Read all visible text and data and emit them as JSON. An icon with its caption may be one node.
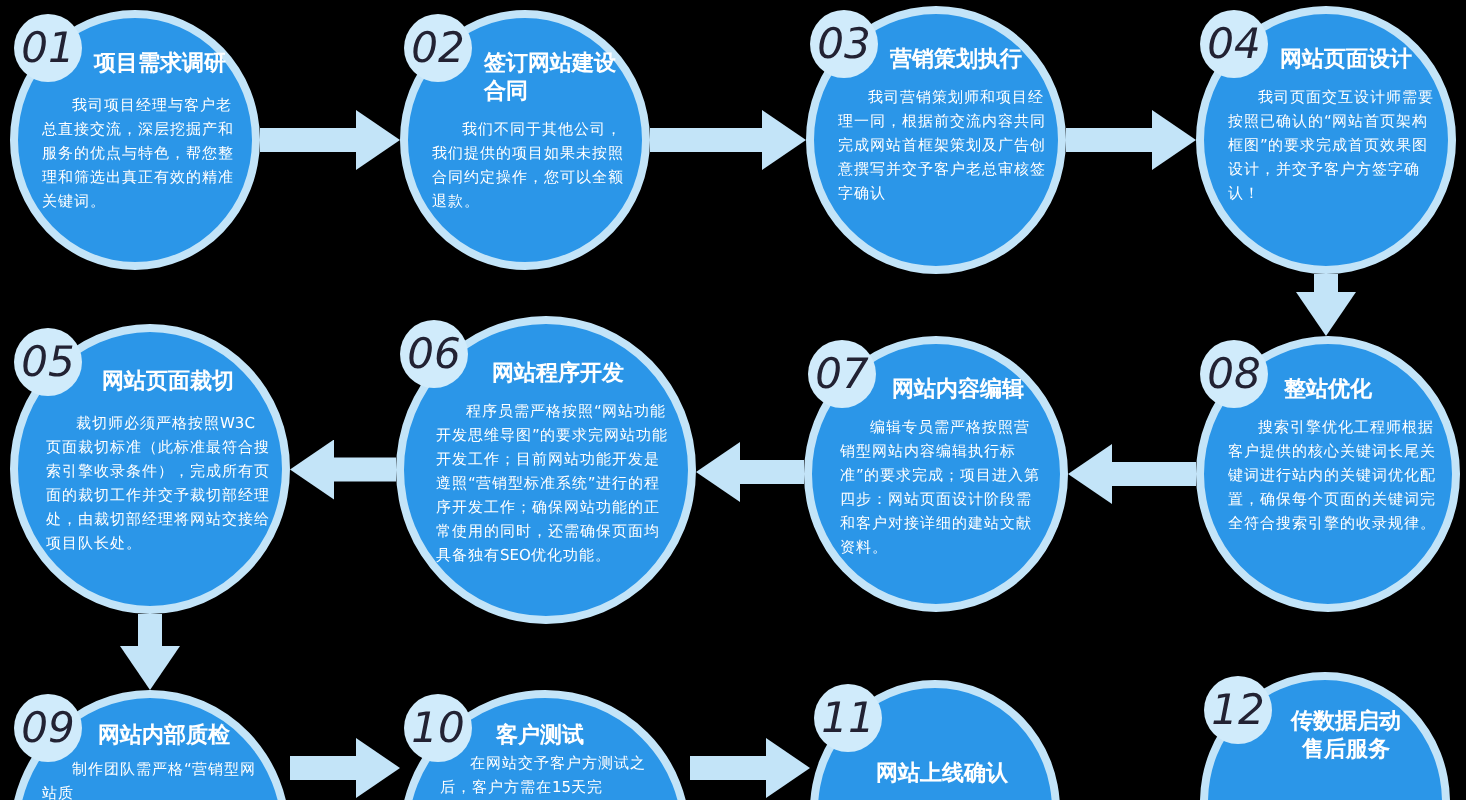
{
  "diagram": {
    "nodes": [
      {
        "text": [
          "01",
          "项目需求调研",
          "我司项目经理与客户老总直接交流，深层挖掘产和服务的优点与特色，帮您整理和筛选出真正有效的精准关键词。"
        ]
      },
      {
        "text": [
          "02",
          "签订网站建设合同",
          "我们不同于其他公司，我们提供的项目如果未按照合同约定操作，您可以全额退款。"
        ]
      },
      {
        "text": [
          "03",
          "营销策划执行",
          "我司营销策划师和项目经理一同，根据前交流内容共同完成网站首框架策划及广告创意撰写并交予客户老总审核签字确认"
        ]
      },
      {
        "text": [
          "04",
          "网站页面设计",
          "我司页面交互设计师需要按照已确认的“网站首页架构框图”的要求完成首页效果图设计，并交予客户方签字确认！"
        ]
      },
      {
        "text": [
          "05",
          "网站页面裁切",
          "裁切师必须严格按照W3C页面裁切标准（此标准最符合搜索引擎收录条件），完成所有页面的裁切工作并交予裁切部经理处，由裁切部经理将网站交接给项目队长处。"
        ]
      },
      {
        "text": [
          "06",
          "网站程序开发",
          "程序员需严格按照“网站功能开发思维导图”的要求完网站功能开发工作；目前网站功能开发是遵照“营销型标准系统”进行的程序开发工作；确保网站功能的正常使用的同时，还需确保页面均具备独有SEO优化功能。"
        ]
      },
      {
        "text": [
          "07",
          "网站内容编辑",
          "编辑专员需严格按照营销型网站内容编辑执行标准”的要求完成；项目进入第四步：网站页面设计阶段需和客户对接详细的建站文献资料。"
        ]
      },
      {
        "text": [
          "08",
          "整站优化",
          "搜索引擎优化工程师根据客户提供的核心关键词长尾关键词进行站内的关键词优化配置，确保每个页面的关键词完全符合搜索引擎的收录规律。"
        ]
      },
      {
        "text": [
          "09",
          "网站内部质检",
          "制作团队需严格“营销型网站质"
        ]
      },
      {
        "text": [
          "10",
          "客户测试",
          "在网站交予客户方测试之后，客户方需在15天完"
        ]
      },
      {
        "text": [
          "11",
          "网站上线确认"
        ]
      },
      {
        "text": [
          "12",
          "传数据启动售后服务"
        ]
      }
    ],
    "edges": [
      {
        "from": 0,
        "to": 1,
        "arrow": "to"
      },
      {
        "from": 1,
        "to": 2,
        "arrow": "to"
      },
      {
        "from": 2,
        "to": 3,
        "arrow": "to"
      },
      {
        "from": 3,
        "to": 7,
        "arrow": "to"
      },
      {
        "from": 7,
        "to": 6,
        "arrow": "to"
      },
      {
        "from": 6,
        "to": 5,
        "arrow": "to"
      },
      {
        "from": 5,
        "to": 4,
        "arrow": "to"
      },
      {
        "from": 4,
        "to": 8,
        "arrow": "to"
      },
      {
        "from": 8,
        "to": 9,
        "arrow": "to"
      },
      {
        "from": 9,
        "to": 10,
        "arrow": "to"
      }
    ]
  }
}
